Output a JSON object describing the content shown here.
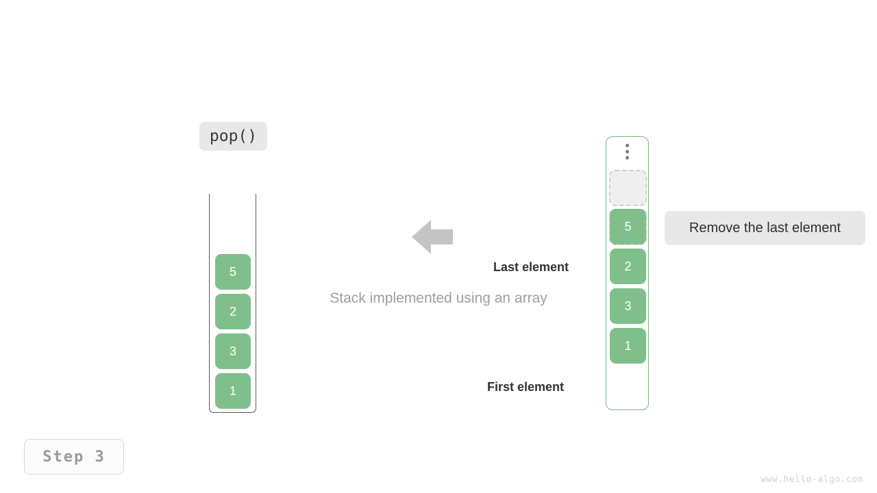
{
  "operation": {
    "label": "pop()"
  },
  "caption": {
    "text": "Stack implemented using an array"
  },
  "callout": {
    "text": "Remove the last element"
  },
  "step": {
    "label": "Step 3"
  },
  "watermark": {
    "text": "www.hello-algo.com"
  },
  "annotations": {
    "last_element": "Last element",
    "first_element": "First element"
  },
  "left_stack": {
    "name": "abstract-stack",
    "cells": [
      "5",
      "2",
      "3",
      "1"
    ]
  },
  "right_stack": {
    "name": "array-stack",
    "ellipsis": "vertical-ellipsis",
    "empty_slots": 2,
    "cells": [
      "5",
      "2",
      "3",
      "1"
    ]
  },
  "arrow": {
    "direction": "left",
    "color": "#c4c4c4"
  },
  "colors": {
    "element_green": "#80bf8b",
    "container_green": "#76b583",
    "slot_fill": "#efefef",
    "slot_border": "#cfcfcf",
    "pill_bg": "#e8e8e8",
    "caption_gray": "#9e9e9e",
    "step_gray": "#9a9a9a",
    "watermark_gray": "#d2d2d2"
  }
}
